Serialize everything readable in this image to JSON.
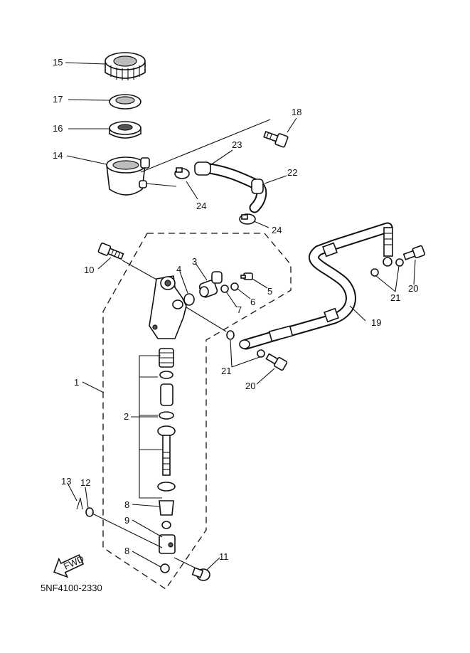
{
  "diagram": {
    "code": "5NF4100-2330",
    "fwd_label": "FWD",
    "callouts": {
      "p1": "1",
      "p2": "2",
      "p3": "3",
      "p4": "4",
      "p5": "5",
      "p6": "6",
      "p7": "7",
      "p8a": "8",
      "p8b": "8",
      "p9": "9",
      "p10": "10",
      "p11": "11",
      "p12": "12",
      "p13": "13",
      "p14": "14",
      "p15": "15",
      "p16": "16",
      "p17": "17",
      "p18": "18",
      "p19": "19",
      "p20a": "20",
      "p20b": "20",
      "p21a": "21",
      "p21b": "21",
      "p22": "22",
      "p23": "23",
      "p24a": "24",
      "p24b": "24"
    }
  }
}
